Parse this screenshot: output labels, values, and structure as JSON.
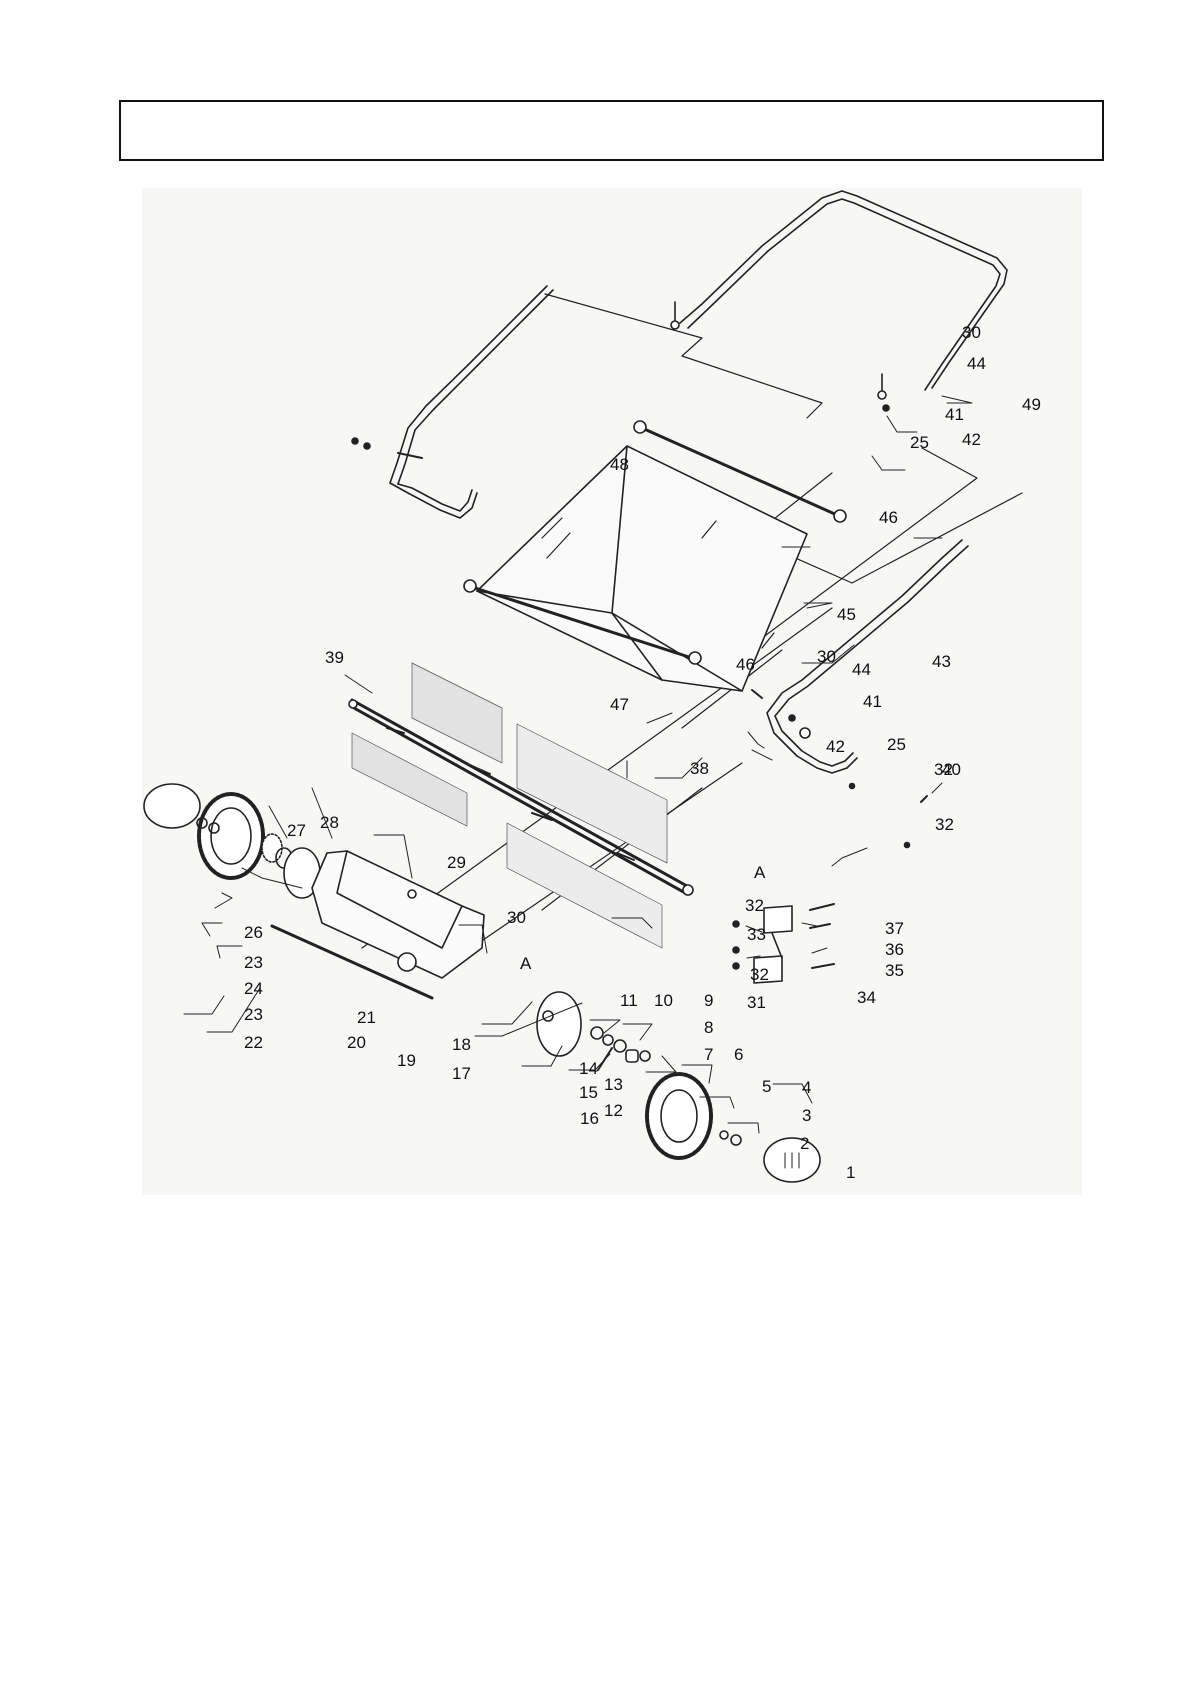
{
  "header": {
    "title": ""
  },
  "diagram": {
    "type": "exploded-parts-diagram",
    "callouts": [
      "1",
      "2",
      "3",
      "4",
      "5",
      "6",
      "7",
      "8",
      "9",
      "10",
      "11",
      "12",
      "13",
      "14",
      "15",
      "16",
      "17",
      "18",
      "19",
      "20",
      "21",
      "22",
      "23",
      "23",
      "24",
      "25",
      "25",
      "26",
      "27",
      "28",
      "29",
      "30",
      "30",
      "30",
      "31",
      "32",
      "32",
      "32",
      "32",
      "33",
      "34",
      "35",
      "36",
      "37",
      "38",
      "39",
      "40",
      "41",
      "41",
      "42",
      "42",
      "43",
      "44",
      "44",
      "45",
      "46",
      "46",
      "47",
      "48",
      "49",
      "A",
      "A"
    ]
  }
}
